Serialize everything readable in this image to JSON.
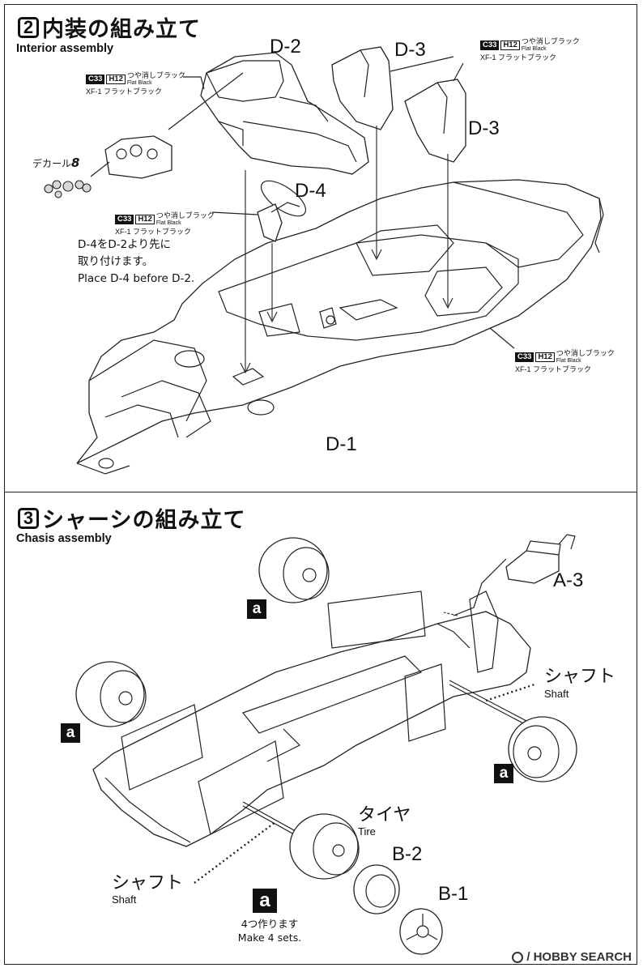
{
  "step2": {
    "number": "2",
    "title_jp": "内装の組み立て",
    "title_en": "Interior assembly",
    "part_labels": {
      "d2": "D-2",
      "d3a": "D-3",
      "d3b": "D-3",
      "d4": "D-4",
      "d1": "D-1"
    },
    "paint": {
      "code_a": "C33",
      "code_b": "H12",
      "name_jp": "つや消しブラック",
      "name_en": "Flat Black",
      "xf": "XF-1 フラットブラック"
    },
    "decal_label": "デカール",
    "decal_number": "8",
    "note_jp_1": "D-4をD-2より先に",
    "note_jp_2": "取り付けます。",
    "note_en": "Place D-4 before D-2."
  },
  "step3": {
    "number": "3",
    "title_jp": "シャーシの組み立て",
    "title_en": "Chasis assembly",
    "a3_label": "A-3",
    "shaft_jp": "シャフト",
    "shaft_en": "Shaft",
    "tire_jp": "タイヤ",
    "tire_en": "Tire",
    "b2_label": "B-2",
    "b1_label": "B-1",
    "a_mark": "a",
    "make_jp": "4つ作ります",
    "make_en": "Make 4 sets."
  },
  "watermark": {
    "brand": "HOBBY SEARCH",
    "sep": "/"
  },
  "icons": [
    "hobby-search-logo-icon",
    "tire-icon",
    "wheel-icon",
    "shaft-icon",
    "car-body-icon",
    "seat-icon",
    "steering-wheel-icon",
    "dashboard-icon"
  ]
}
